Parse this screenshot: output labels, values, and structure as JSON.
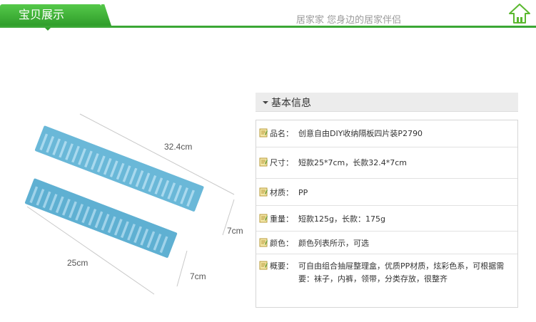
{
  "header": {
    "tab_label": "宝贝展示",
    "slogan": "居家家  您身边的居家伴侣",
    "home_icon": "home-arrow-icon"
  },
  "illustration": {
    "dimension_long": "32.4cm",
    "dimension_short": "25cm",
    "width_top": "7cm",
    "width_bottom": "7cm",
    "color": "#6ab8d8"
  },
  "info": {
    "section_title": "基本信息",
    "rows": [
      {
        "label": "品名：",
        "value": "创意自由DIY收纳隔板四片装P2790"
      },
      {
        "label": "尺寸：",
        "value": "短款25*7cm，长款32.4*7cm"
      },
      {
        "label": "材质：",
        "value": "PP"
      },
      {
        "label": "重量：",
        "value": "短款125g，长款：175g"
      },
      {
        "label": "颜色：",
        "value": "颜色列表所示，可选"
      },
      {
        "label": "概要：",
        "value": "可自由组合抽屉整理盒，优质PP材质，炫彩色系，可根据需要：袜子，内裤，领带，分类存放，很整齐"
      }
    ]
  },
  "colors": {
    "accent_green": "#3aa735",
    "panel_gray": "#ececec"
  }
}
